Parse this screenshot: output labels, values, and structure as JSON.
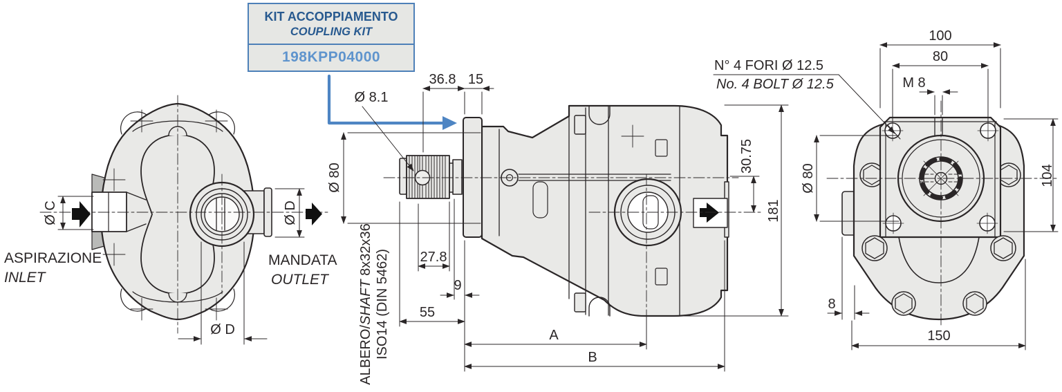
{
  "colors": {
    "accent_blue": "#4e85c3",
    "box_border_blue": "#4d80b8",
    "title_blue": "#27598f",
    "part_number_blue": "#5f94cd",
    "body_gray": "#e9e9e7",
    "shade_gray": "#b9bab8",
    "line_dark": "#2a2627"
  },
  "coupling_kit": {
    "title": "KIT ACCOPPIAMENTO",
    "subtitle": "COUPLING KIT",
    "part_number": "198KPP04000"
  },
  "front_view": {
    "inlet_label": "ASPIRAZIONE",
    "inlet_label_en": "INLET",
    "outlet_label": "MANDATA",
    "outlet_label_en": "OUTLET",
    "dim_inlet": "Ø C",
    "dim_outlet": "Ø D",
    "dim_outlet_bottom": "Ø D"
  },
  "side_view": {
    "dim_hole": "Ø 8.1",
    "dim_36_8": "36.8",
    "dim_15": "15",
    "dim_pilot": "Ø 80",
    "dim_27_8": "27.8",
    "dim_9": "9",
    "dim_55": "55",
    "dim_a": "A",
    "dim_b": "B",
    "dim_30_75": "30.75",
    "dim_181": "181",
    "shaft_label_prefix": "ALBERO/",
    "shaft_label_italic": "SHAFT",
    "shaft_label_suffix": " 8x32x36",
    "shaft_label_line2": "ISO14 (DIN 5462)"
  },
  "rear_view": {
    "holes_note": "N° 4 FORI Ø 12.5",
    "holes_note_en": "No. 4 BOLT Ø 12.5",
    "dim_100": "100",
    "dim_80": "80",
    "dim_m8": "M 8",
    "dim_pilot": "Ø 80",
    "dim_104": "104",
    "dim_8": "8",
    "dim_150": "150"
  }
}
